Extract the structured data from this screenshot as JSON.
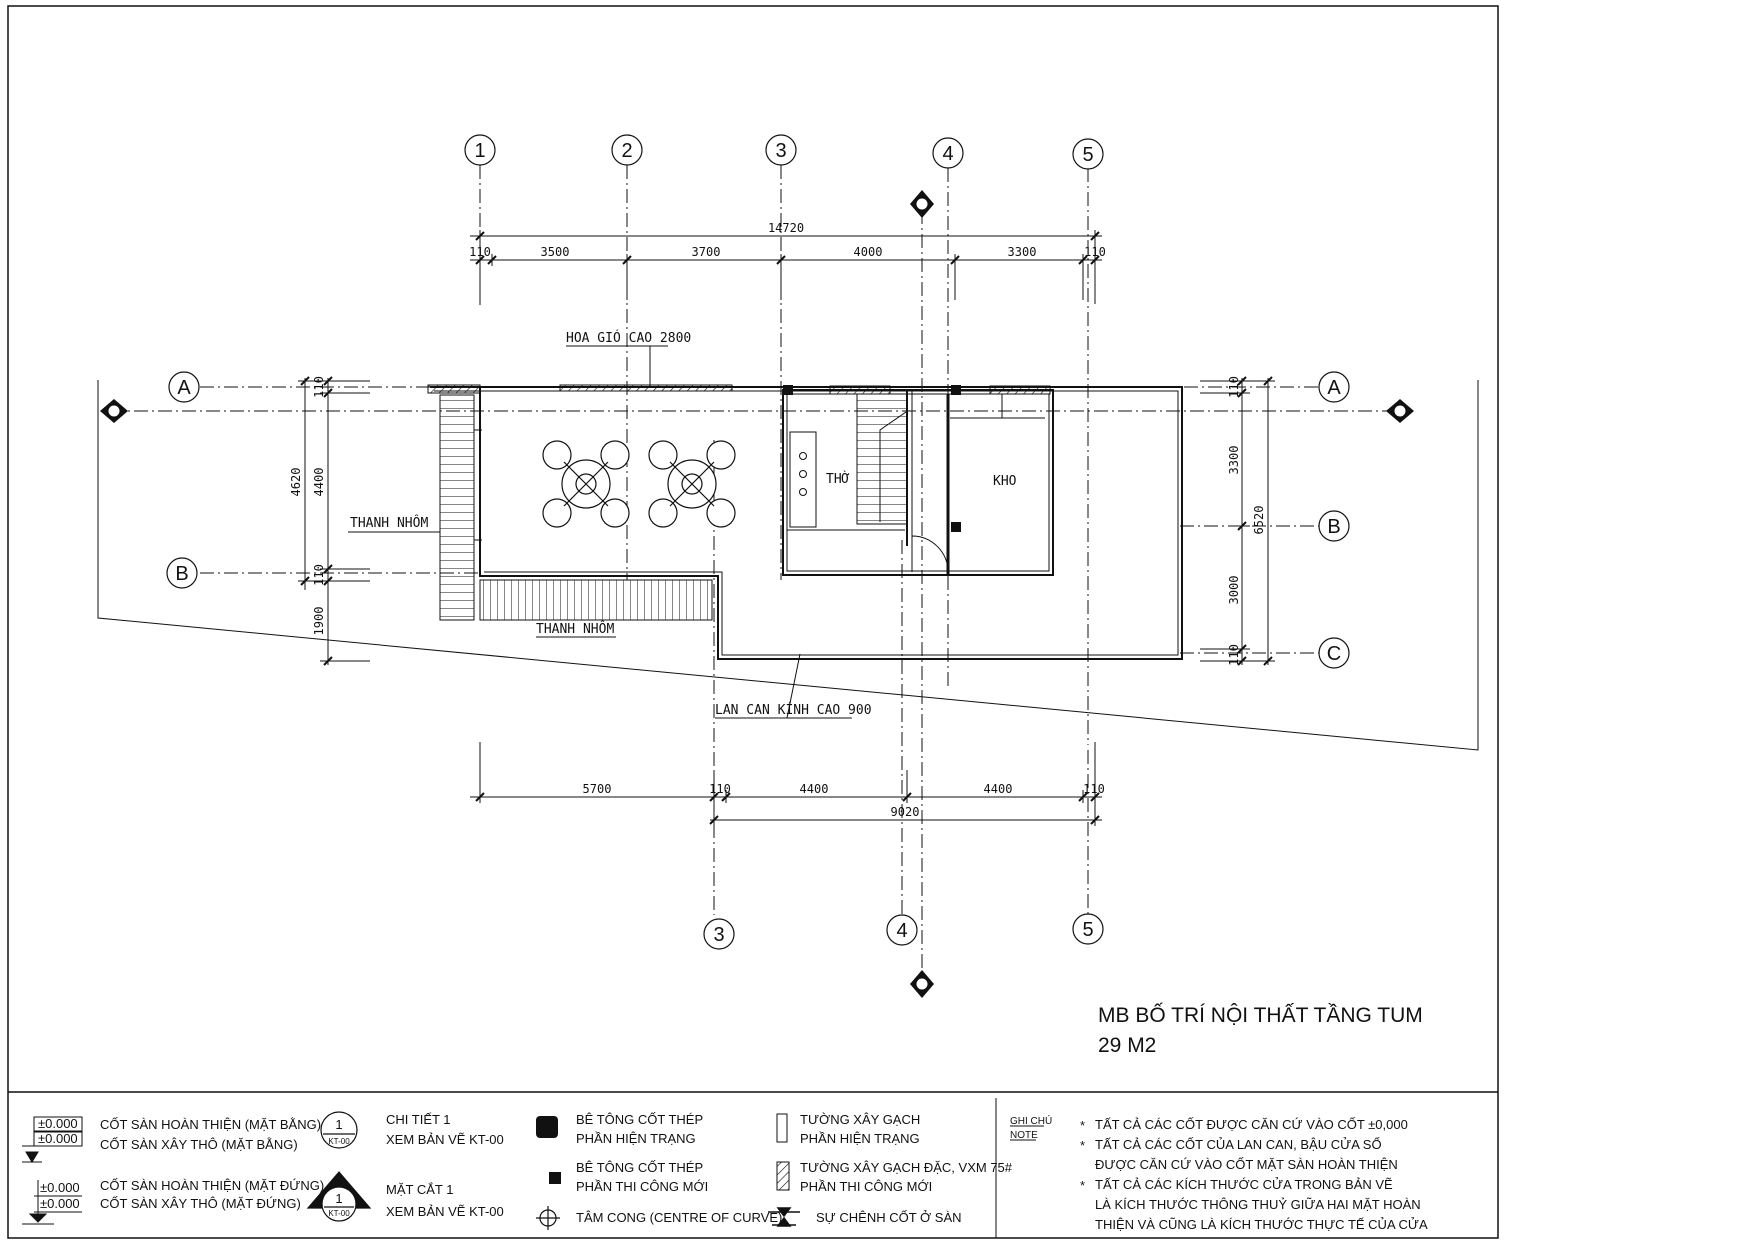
{
  "drawing": {
    "title": "MB BỐ TRÍ NỘI THẤT TẦNG TUM",
    "area": "29 M2",
    "axes_top": [
      "1",
      "2",
      "3",
      "4",
      "5"
    ],
    "axes_bottom": [
      "3",
      "4",
      "5"
    ],
    "axes_rows_left": [
      "A",
      "B"
    ],
    "axes_rows_right": [
      "A",
      "B",
      "C"
    ],
    "dims_top": {
      "total": "14720",
      "seg_start": "110",
      "segments": [
        "3500",
        "3700",
        "4000",
        "3300"
      ],
      "seg_end": "110"
    },
    "dims_bottom": {
      "seg_a": "5700",
      "seg_b": "110",
      "seg_c": "4400",
      "seg_d": "4400",
      "seg_e": "110",
      "total": "9020"
    },
    "dims_left": {
      "outer": "4620",
      "inner": "4400",
      "top": "110",
      "mid": "110",
      "bottom": "1900"
    },
    "dims_right": {
      "outer": "6520",
      "upper": "3300",
      "lower": "3000",
      "top": "110",
      "bottom": "110"
    },
    "labels": {
      "hoa_gio": "HOA GIÓ CAO 2800",
      "thanh_nhom_1": "THANH NHÔM",
      "thanh_nhom_2": "THANH NHÔM",
      "lan_can": "LAN CAN KÍNH CAO 900",
      "tho": "THỜ",
      "kho": "KHO"
    }
  },
  "legend": {
    "lvl_finish_plan_tag": "±0.000",
    "lvl_rough_plan_tag": "±0.000",
    "lvl_finish_plan": "CỐT SÀN HOÀN THIỆN  (MẶT BẰNG)",
    "lvl_rough_plan": "CỐT SÀN XÂY THÔ (MẶT BẰNG)",
    "lvl_finish_elev_tag": "±0.000",
    "lvl_rough_elev_tag": "±0.000",
    "lvl_finish_elev": "CỐT SÀN HOÀN THIỆN  (MẶT ĐỨNG)",
    "lvl_rough_elev": "CỐT SÀN XÂY THÔ (MẶT ĐỨNG)",
    "detail_num": "1",
    "detail_ref": "KT-00",
    "detail_1": "CHI TIẾT 1",
    "detail_2": "XEM BẢN VẼ KT-00",
    "section_num": "1",
    "section_ref": "KT-00",
    "section_1": "MẶT CẮT 1",
    "section_2": "XEM BẢN VẼ KT-00",
    "concrete_exist_1": "BÊ TÔNG CỐT THÉP",
    "concrete_exist_2": "PHẦN HIỆN TRẠNG",
    "concrete_new_1": "BÊ TÔNG CỐT THÉP",
    "concrete_new_2": "PHẦN THI CÔNG MỚI",
    "centre_curve": "TÂM CONG (CENTRE OF CURVE)",
    "brick_exist_1": "TƯỜNG XÂY GẠCH",
    "brick_exist_2": "PHẦN HIỆN TRẠNG",
    "brick_new_1": "TƯỜNG XÂY GẠCH ĐẶC, VXM 75#",
    "brick_new_2": "PHẦN THI CÔNG MỚI",
    "level_diff": "SỰ CHÊNH CỐT Ở SÀN"
  },
  "notes": {
    "header_1": "GHI CHÚ",
    "header_2": "NOTE",
    "items": [
      "TẤT CẢ CÁC CỐT ĐƯỢC CĂN CỨ VÀO CỐT ±0,000",
      "TẤT CẢ CÁC CỐT CỦA LAN CAN, BẬU CỬA SỔ",
      "ĐƯỢC CĂN CỨ VÀO CỐT MẶT SÀN HOÀN THIỆN",
      "TẤT CẢ CÁC KÍCH THƯỚC CỬA TRONG BẢN VẼ",
      "LÀ KÍCH THƯỚC THÔNG THUỶ GIỮA HAI MẶT HOÀN",
      "THIỆN VÀ CŨNG LÀ KÍCH THƯỚC THỰC TẾ CỦA CỬA"
    ]
  }
}
